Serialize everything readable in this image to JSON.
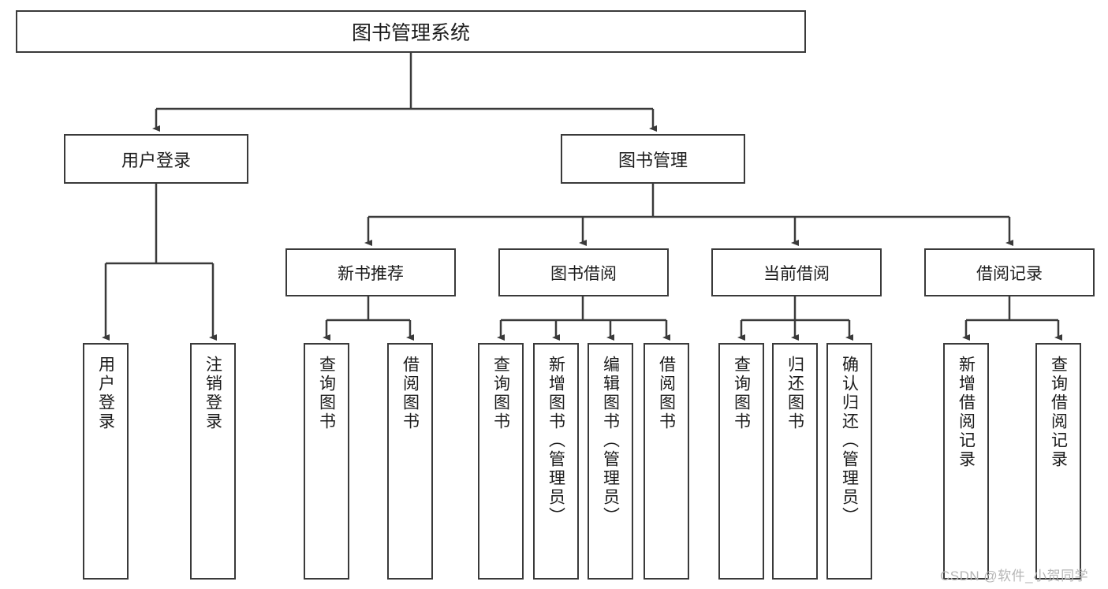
{
  "diagram": {
    "title": "图书管理系统",
    "colors": {
      "stroke": "#3a3a3a",
      "background": "#ffffff",
      "text": "#1c1c1c",
      "watermark": "#b6b6b6"
    },
    "root": {
      "label": "图书管理系统"
    },
    "level2": [
      {
        "label": "用户登录"
      },
      {
        "label": "图书管理"
      }
    ],
    "level3": [
      {
        "label": "新书推荐"
      },
      {
        "label": "图书借阅"
      },
      {
        "label": "当前借阅"
      },
      {
        "label": "借阅记录"
      }
    ],
    "leaves": {
      "user_login": [
        {
          "label": "用户登录"
        },
        {
          "label": "注销登录"
        }
      ],
      "new_book_recommend": [
        {
          "label": "查询图书"
        },
        {
          "label": "借阅图书"
        }
      ],
      "book_borrow": [
        {
          "label": "查询图书"
        },
        {
          "label": "新增图书（管理员）"
        },
        {
          "label": "编辑图书（管理员）"
        },
        {
          "label": "借阅图书"
        }
      ],
      "current_borrow": [
        {
          "label": "查询图书"
        },
        {
          "label": "归还图书"
        },
        {
          "label": "确认归还（管理员）"
        }
      ],
      "borrow_record": [
        {
          "label": "新增借阅记录"
        },
        {
          "label": "查询借阅记录"
        }
      ]
    },
    "watermark": "CSDN @软件_小贺同学"
  }
}
